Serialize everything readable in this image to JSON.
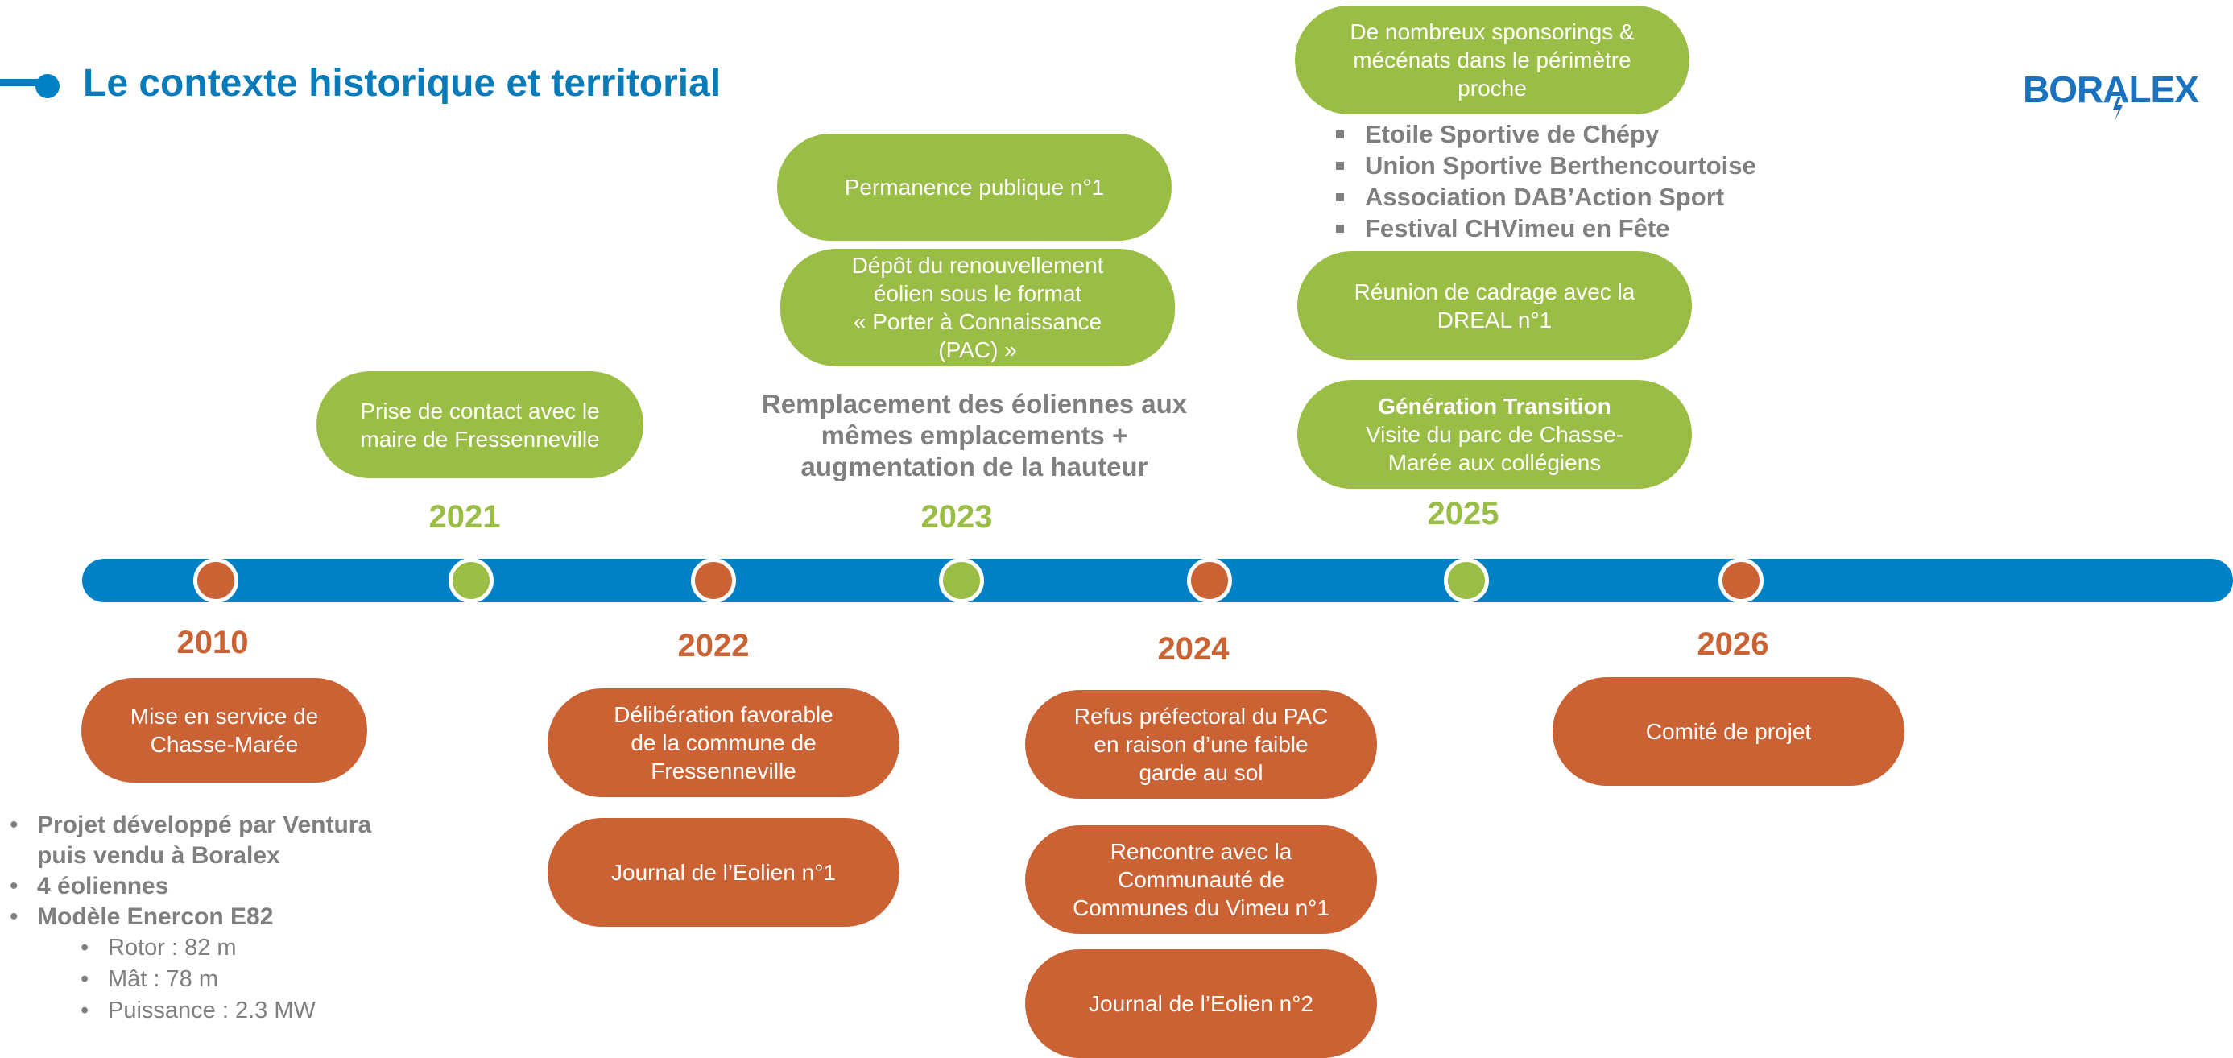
{
  "header": {
    "title": "Le contexte historique et territorial",
    "logo_text": "BORALEX"
  },
  "colors": {
    "timeline": "#0080c5",
    "orange": "#cb6234",
    "green": "#9abd45",
    "note_text": "#7f7f7f",
    "title": "#0a7ab9"
  },
  "years": {
    "y2010": "2010",
    "y2021": "2021",
    "y2022": "2022",
    "y2023": "2023",
    "y2024": "2024",
    "y2025": "2025",
    "y2026": "2026"
  },
  "events": {
    "e2010_mise_en_service": "Mise en service de\nChasse-Marée",
    "e2021_prise_contact": "Prise de contact avec le\nmaire de Fressenneville",
    "e2022_deliberation": "Délibération favorable\nde la commune de\nFressenneville",
    "e2022_journal1": "Journal de l’Eolien n°1",
    "e2023_permanence": "Permanence publique n°1",
    "e2023_depot": "Dépôt du renouvellement\néolien  sous le format\n« Porter à Connaissance\n(PAC) »",
    "e2024_refus": "Refus préfectoral du PAC\nen raison d’une faible\ngarde au sol",
    "e2024_rencontre": "Rencontre avec la\nCommunauté de\nCommunes du Vimeu n°1",
    "e2024_journal2": "Journal de l’Eolien n°2",
    "e2025_sponsorings": "De nombreux sponsorings &\nmécénats dans le périmètre\nproche",
    "e2025_reunion": "Réunion de cadrage avec la\nDREAL n°1",
    "e2025_generation_title": "Génération Transition",
    "e2025_generation_text": "Visite du parc de Chasse-\nMarée aux collégiens",
    "e2026_comite": "Comité de projet"
  },
  "notes": {
    "remplacement": "Remplacement des éoliennes aux\nmêmes emplacements +\naugmentation de la hauteur"
  },
  "sponsor_list": [
    "Etoile Sportive de Chépy",
    "Union Sportive Berthencourtoise",
    "Association DAB’Action Sport",
    "Festival CHVimeu en Fête"
  ],
  "project_list": {
    "items": [
      "Projet développé par Ventura\npuis vendu à Boralex",
      "4 éoliennes",
      "Modèle Enercon E82"
    ],
    "sub_items": [
      "Rotor : 82 m",
      "Mât : 78 m",
      "Puissance : 2.3 MW"
    ]
  }
}
